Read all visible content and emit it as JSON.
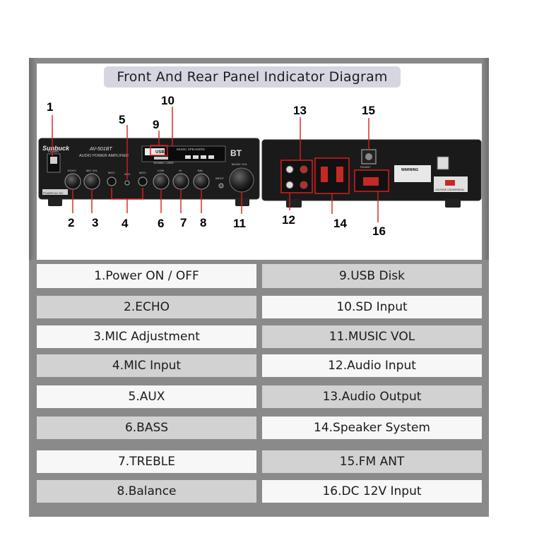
{
  "title": "Front And Rear Panel Indicator Diagram",
  "device": {
    "brand": "Sunbuck",
    "model": "AV-501BT",
    "subtitle": "AUDIO POWER AMPLIFIER",
    "bt": "BT",
    "music_speakers": "MUSIC SPEAKERS",
    "usb": "USB",
    "sd_card": "SD/MMC CARD",
    "warning": "WARNING",
    "fm_ant": "FM ANT",
    "power_ac_dc": "POWER AC DC",
    "voltage_conversion": "VOLTAGE CONVERSION",
    "front_labels": {
      "power": "POWER",
      "echo": "ECHO",
      "mic_vol": "MIC VOL",
      "mic1": "MIC1",
      "aux": "AUX",
      "mic2": "MIC2",
      "low": "LOW",
      "hi": "HI",
      "bal": "BAL",
      "music_vol": "MUSIC VOL",
      "input": "INPUT"
    }
  },
  "callouts": [
    "1",
    "2",
    "3",
    "4",
    "5",
    "6",
    "7",
    "8",
    "9",
    "10",
    "11",
    "12",
    "13",
    "14",
    "15",
    "16"
  ],
  "legend": {
    "left": [
      "1.Power ON / OFF",
      "2.ECHO",
      "3.MIC Adjustment",
      "4.MIC Input",
      "5.AUX",
      "6.BASS",
      "7.TREBLE",
      "8.Balance"
    ],
    "right": [
      "9.USB Disk",
      "10.SD Input",
      "11.MUSIC VOL",
      "12.Audio Input",
      "13.Audio Output",
      "14.Speaker System",
      "15.FM ANT",
      "16.DC 12V Input"
    ]
  },
  "colors": {
    "frame": "#8a8a8a",
    "cell_light": "#f7f7f7",
    "cell_dark": "#d2d2d2",
    "device_body": "#1c1c1c",
    "highlight": "#d81e1e"
  }
}
